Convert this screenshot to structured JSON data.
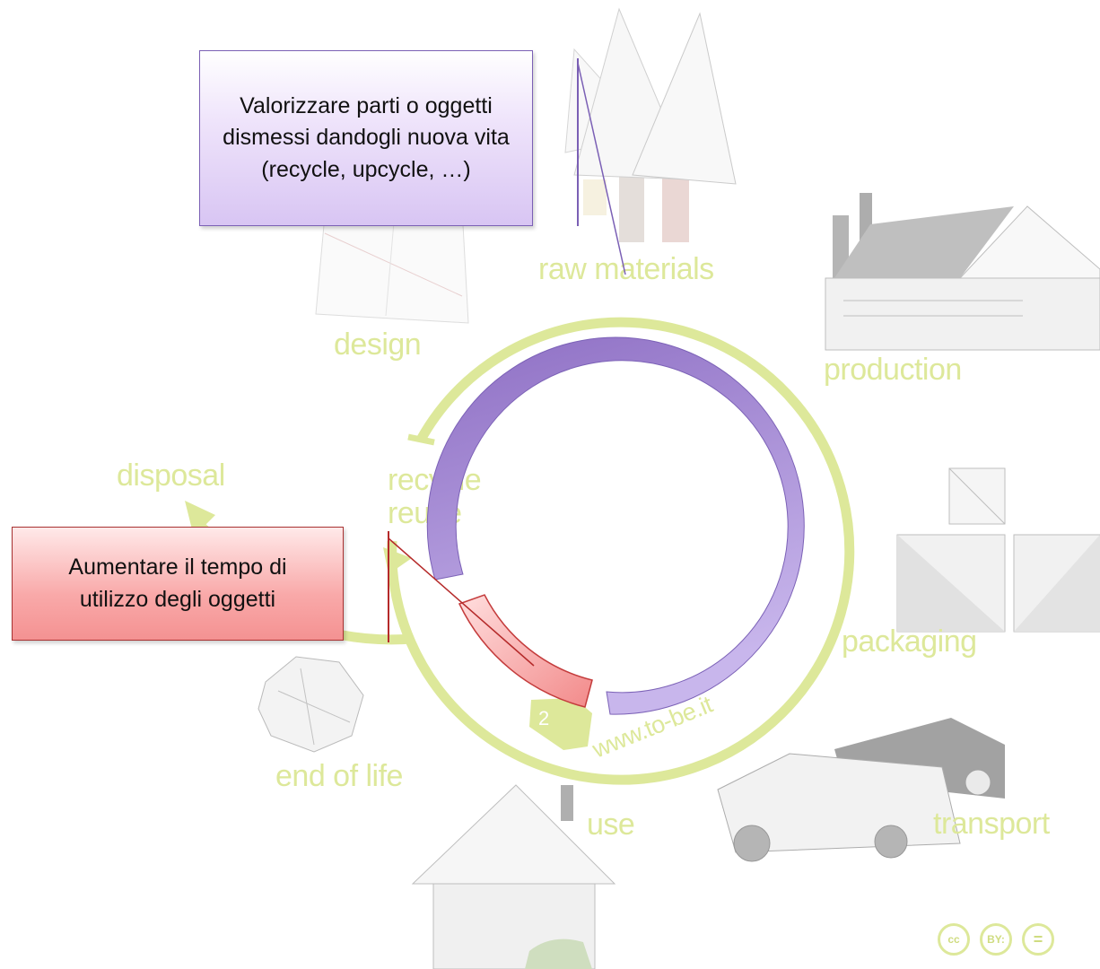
{
  "cycle": {
    "stages": {
      "raw_materials": "raw materials",
      "production": "production",
      "packaging": "packaging",
      "transport": "transport",
      "use": "use",
      "end_of_life": "end of life",
      "disposal": "disposal",
      "design": "design",
      "recycle_reuse_line1": "recycle",
      "recycle_reuse_line2": "reuse"
    },
    "website": "www.to-be.it",
    "logo_digit": "2"
  },
  "callouts": {
    "purple": "Valorizzare parti o oggetti dismessi dandogli nuova vita (recycle, upcycle, …)",
    "red": "Aumentare il tempo di utilizzo degli oggetti"
  },
  "license": {
    "badges": [
      "cc",
      "BY:",
      "="
    ]
  },
  "colors": {
    "cycle_green": "#dde89a",
    "purple_ring": "#9f86d0",
    "red_segment": "#f49292"
  },
  "icons": [
    "paper-trees-illustration",
    "paper-factory-illustration",
    "paper-boxes-illustration",
    "paper-car-illustration",
    "paper-house-illustration",
    "crumpled-paper-illustration",
    "unfolded-paper-illustration"
  ]
}
